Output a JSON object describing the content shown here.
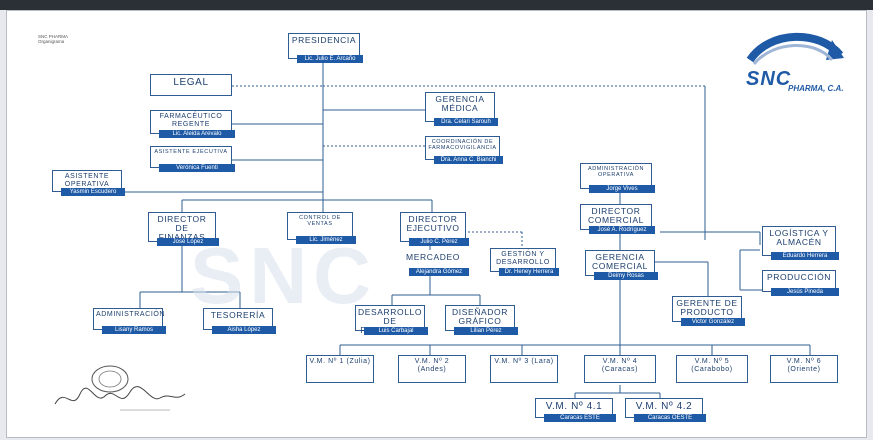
{
  "header_note": "SNC PHARMA\nOrganigrama",
  "logo": {
    "brand": "SNC",
    "sub": "PHARMA, C.A."
  },
  "watermark": "SNC",
  "colors": {
    "box_border": "#2f5d93",
    "name_bar": "#1f5aa6",
    "title_text": "#1c3f6e"
  },
  "nodes": {
    "presidencia": {
      "title": "PRESIDENCIA",
      "person": "Lic. Julio E. Arcaño"
    },
    "legal": {
      "title": "LEGAL",
      "person": ""
    },
    "farmaceutico": {
      "title": "FARMACÉUTICO REGENTE",
      "person": "Lic. Aleida Arevalo"
    },
    "asistente_ejec": {
      "title": "ASISTENTE EJECUTIVA",
      "person": "Verónica Fuenti"
    },
    "asistente_op": {
      "title": "ASISTENTE OPERATIVA",
      "person": "Yasmin Escudero"
    },
    "gerencia_medica": {
      "title": "GERENCIA MÉDICA",
      "person": "Dra. Celari Sarouh"
    },
    "coord_farmaco": {
      "title": "COORDINACIÓN DE FARMACOVIGILANCIA",
      "person": "Dra. Anna C. Bianchi"
    },
    "director_finanzas": {
      "title": "DIRECTOR DE FINANZAS",
      "person": "José López"
    },
    "control_ventas": {
      "title": "CONTROL DE VENTAS",
      "person": "Lic. Jiménez"
    },
    "director_ejecutivo": {
      "title": "DIRECTOR EJECUTIVO",
      "person": "Julio C. Pérez"
    },
    "mercadeo": {
      "title": "MERCADEO",
      "person": "Alejandra Gómez"
    },
    "gestion": {
      "title": "GESTIÓN Y DESARROLLO",
      "person": "Dr. Heney Herrera"
    },
    "admin_operativa": {
      "title": "ADMINISTRACIÓN OPERATIVA",
      "person": "Jorge Vives"
    },
    "director_comercial": {
      "title": "DIRECTOR COMERCIAL",
      "person": "José A. Rodríguez"
    },
    "gerencia_comercial": {
      "title": "GERENCIA COMERCIAL",
      "person": "Deimy Rosas"
    },
    "logistica": {
      "title": "LOGÍSTICA Y ALMACÉN",
      "person": "Eduardo Herrera"
    },
    "produccion": {
      "title": "PRODUCCIÓN",
      "person": "Jesús Pineda"
    },
    "gerente_producto": {
      "title": "GERENTE DE PRODUCTO",
      "person": "Victor González"
    },
    "administracion": {
      "title": "ADMINISTRACIÓN",
      "person": "Lisany Ramos"
    },
    "tesoreria": {
      "title": "TESORERÍA",
      "person": "Aisha López"
    },
    "desarrollo": {
      "title": "DESARROLLO DE PRODUCTOS",
      "person": "Luis Carbajal"
    },
    "disenador": {
      "title": "DISEÑADOR GRÁFICO",
      "person": "Lilian Pérez"
    },
    "vm1": {
      "title": "V.M. Nº 1 (Zulia)",
      "person": ""
    },
    "vm2": {
      "title": "V.M. Nº 2 (Andes)",
      "person": ""
    },
    "vm3": {
      "title": "V.M. Nº 3 (Lara)",
      "person": ""
    },
    "vm4": {
      "title": "V.M. Nº 4 (Caracas)",
      "person": ""
    },
    "vm5": {
      "title": "V.M. Nº 5 (Carabobo)",
      "person": ""
    },
    "vm6": {
      "title": "V.M. Nº 6 (Oriente)",
      "person": ""
    },
    "vm41": {
      "title": "V.M. Nº 4.1",
      "person": "Caracas ESTE"
    },
    "vm42": {
      "title": "V.M. Nº 4.2",
      "person": "Caracas OESTE"
    }
  }
}
